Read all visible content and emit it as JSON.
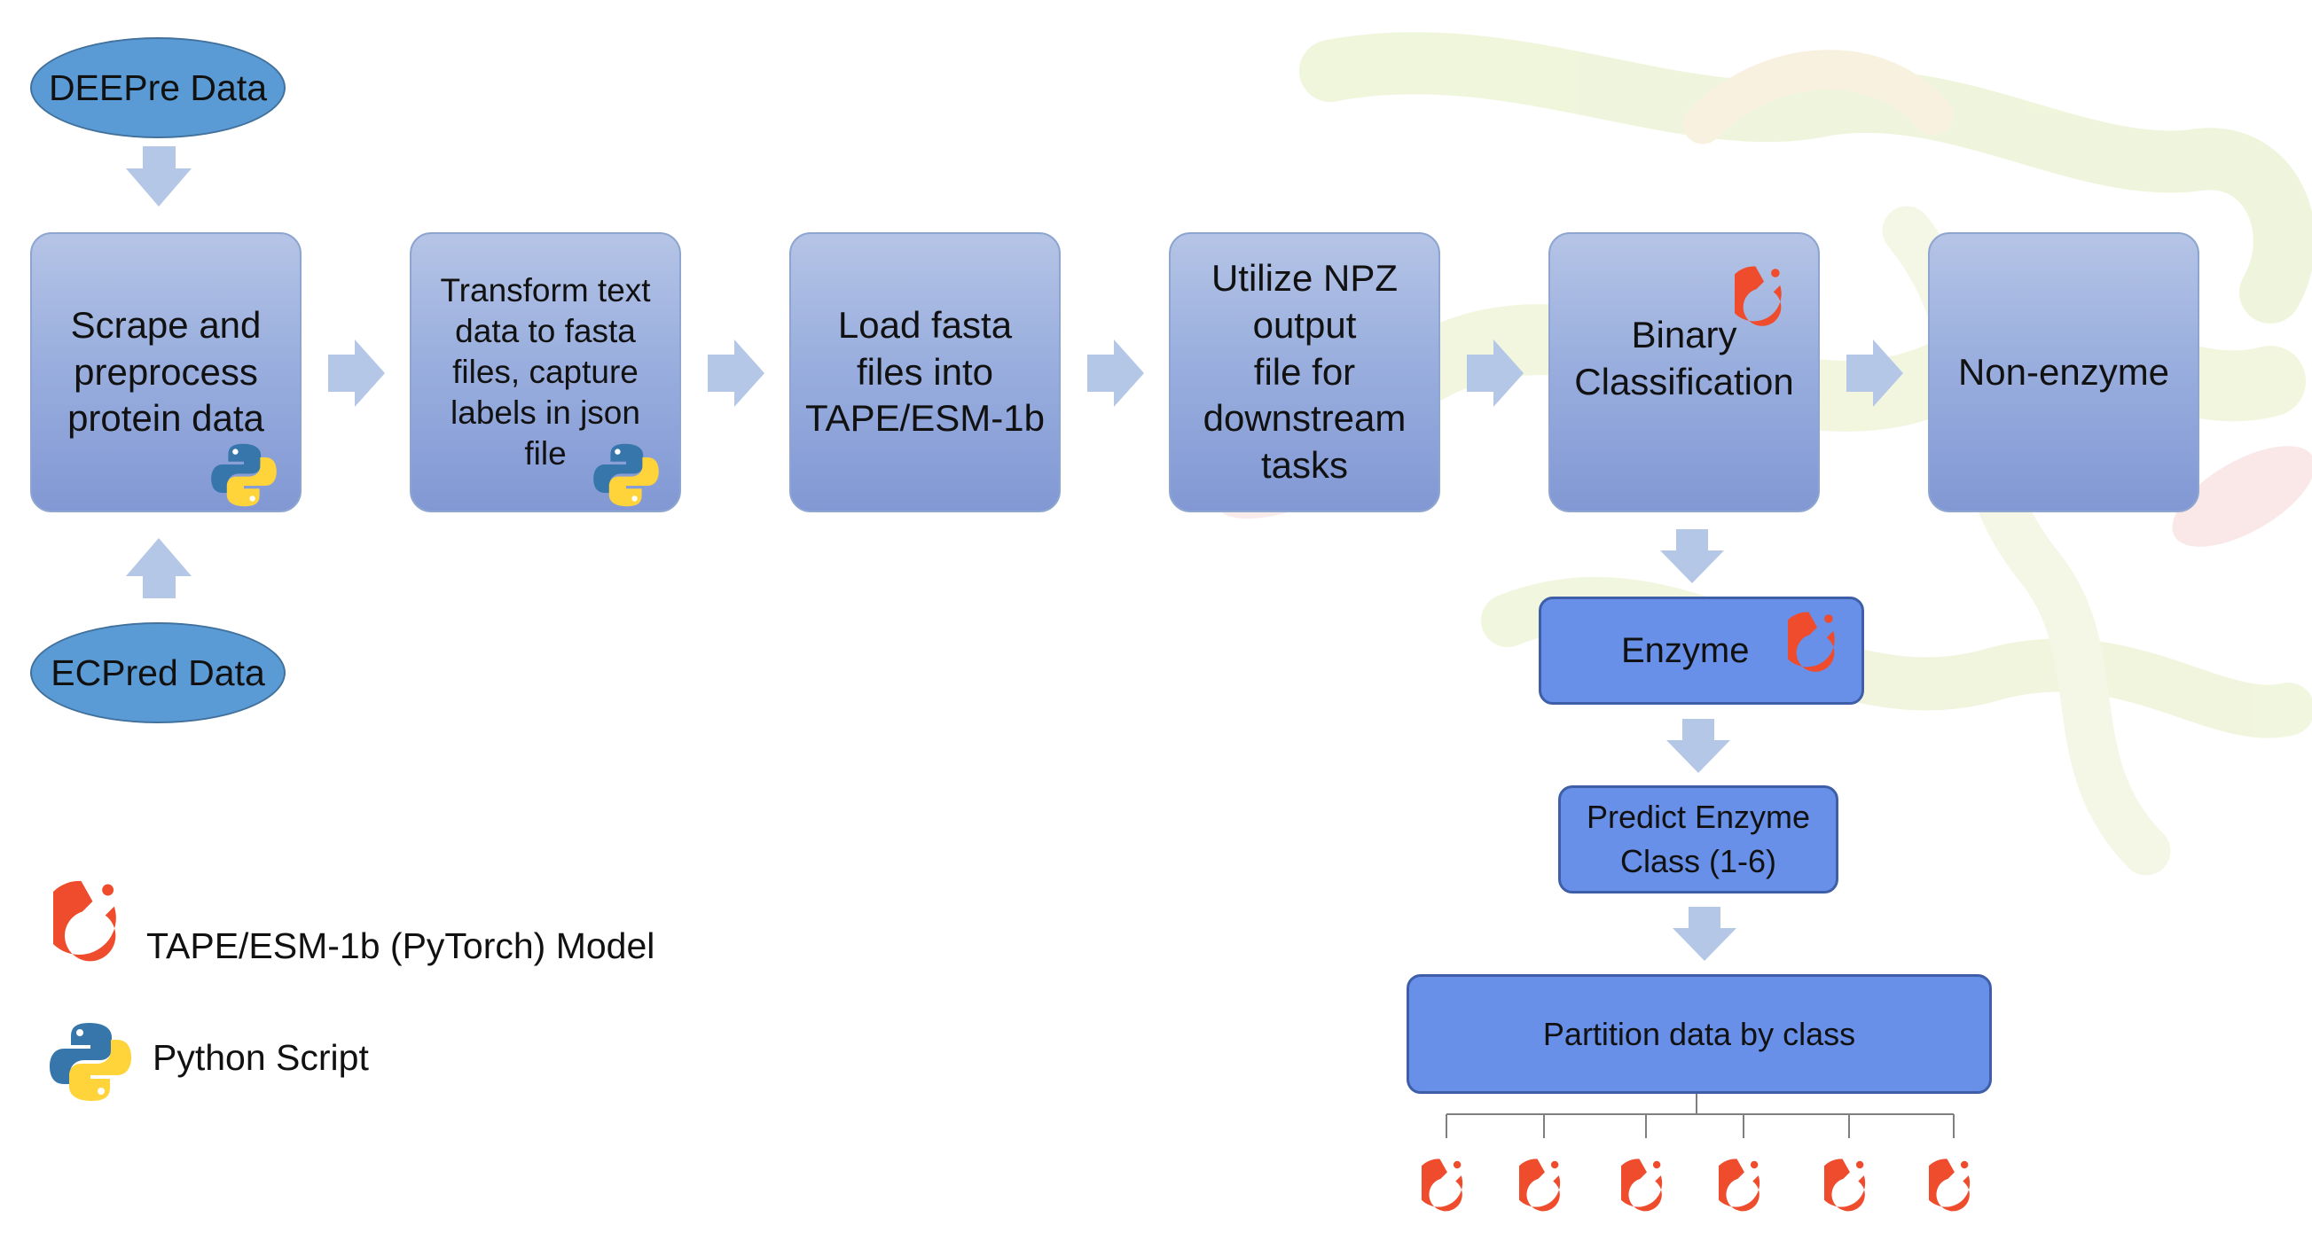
{
  "nodes": {
    "deepre": "DEEPre Data",
    "ecpred": "ECPred Data",
    "scrape": "Scrape and\npreprocess\nprotein data",
    "transform": "Transform text\ndata to fasta\nfiles, capture\nlabels in json\nfile",
    "load": "Load fasta\nfiles into\nTAPE/ESM-1b",
    "utilize": "Utilize NPZ\noutput\nfile for\ndownstream\ntasks",
    "binary": "Binary\nClassification",
    "nonenzyme": "Non-enzyme",
    "enzyme": "Enzyme",
    "predict": "Predict Enzyme\nClass (1-6)",
    "partition": "Partition data by class"
  },
  "legend": {
    "pytorch_label": "TAPE/ESM-1b (PyTorch) Model",
    "python_label": "Python Script"
  },
  "icons": {
    "pytorch": "pytorch-flame-icon",
    "python": "python-logo-icon"
  },
  "colors": {
    "ellipse_fill": "#5b9bd5",
    "process_box": "#9aafde",
    "solid_box": "#6890e8",
    "arrow": "#b4c7e7",
    "pytorch": "#ee4c2c",
    "python_blue": "#3776ab",
    "python_yellow": "#ffd43b"
  }
}
